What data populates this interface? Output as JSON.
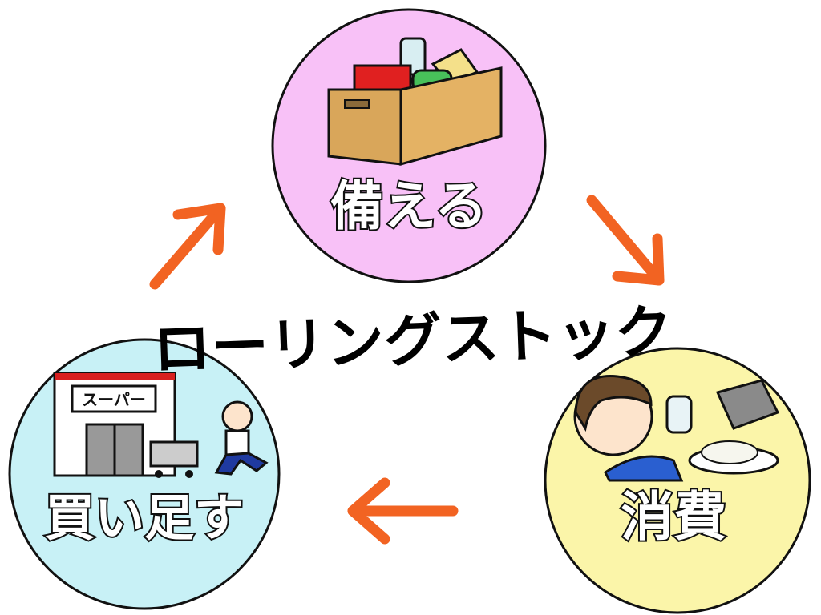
{
  "title": "ローリングストック",
  "stages": [
    {
      "label": "備える",
      "color": "#f8c1f7"
    },
    {
      "label": "消費",
      "color": "#fbf5a9"
    },
    {
      "label": "買い足す",
      "color": "#c8f1f6"
    }
  ],
  "store_sign": "スーパー",
  "arrow_color": "#f26322"
}
